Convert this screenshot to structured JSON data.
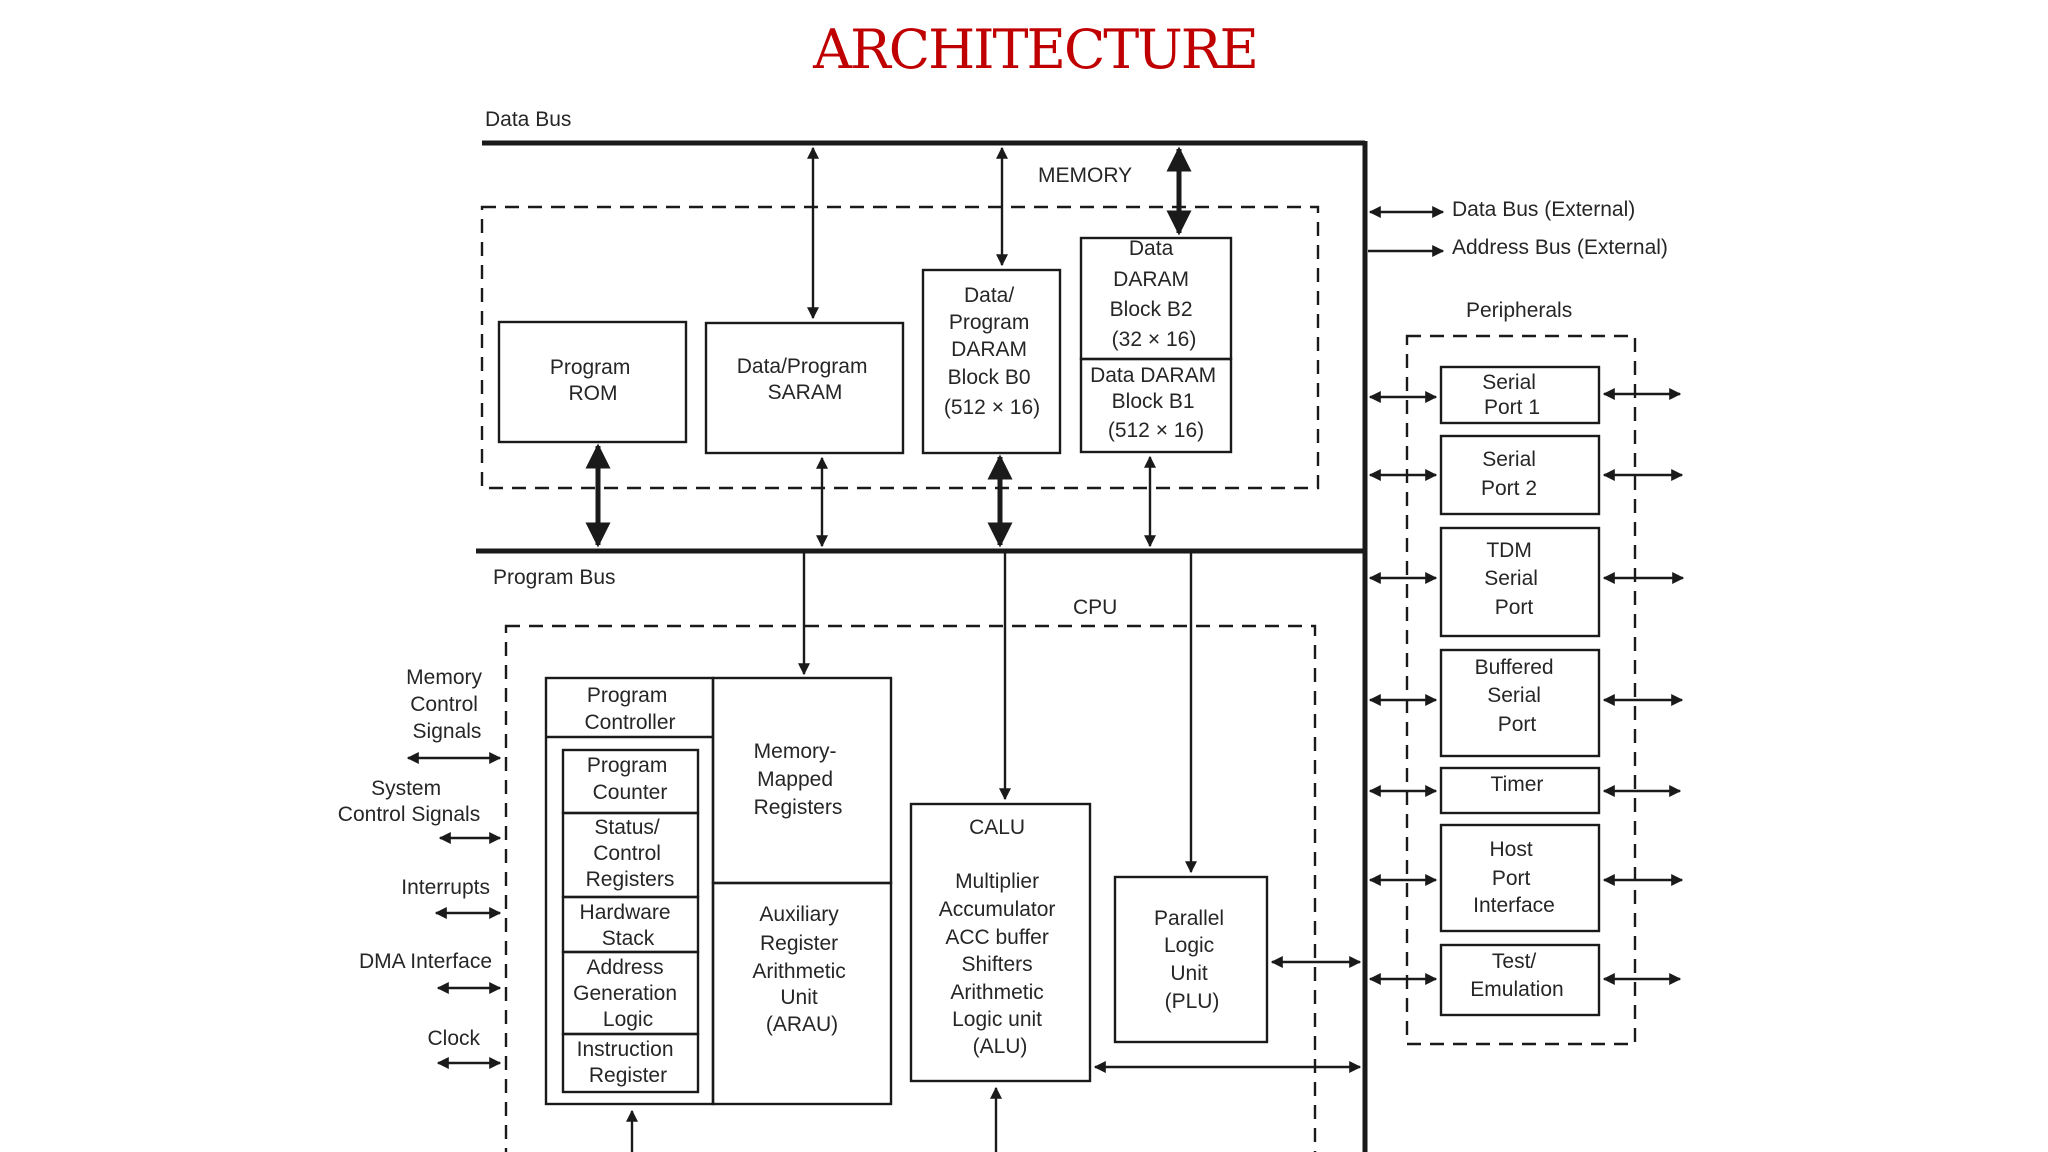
{
  "title": "ARCHITECTURE",
  "labels": {
    "data_bus": "Data Bus",
    "program_bus": "Program Bus",
    "memory": "MEMORY",
    "cpu": "CPU",
    "peripherals_title": "Peripherals",
    "data_bus_external": "Data Bus (External)",
    "address_bus_external": "Address Bus (External)"
  },
  "memory_blocks": [
    {
      "id": "program-rom",
      "lines": [
        "Program",
        "ROM"
      ]
    },
    {
      "id": "saram",
      "lines": [
        "Data/Program",
        "SARAM"
      ]
    },
    {
      "id": "daram-b0",
      "lines": [
        "Data/",
        "Program",
        "DARAM",
        "Block B0",
        "(512 × 16)"
      ]
    },
    {
      "id": "daram-b2",
      "lines": [
        "Data",
        "DARAM",
        "Block B2",
        "(32 × 16)"
      ]
    },
    {
      "id": "daram-b1",
      "lines": [
        "Data DARAM",
        "Block B1",
        "(512 × 16)"
      ]
    }
  ],
  "cpu_blocks": [
    {
      "id": "program-controller",
      "lines": [
        "Program",
        "Controller"
      ]
    },
    {
      "id": "program-counter",
      "lines": [
        "Program",
        "Counter"
      ]
    },
    {
      "id": "status-control-registers",
      "lines": [
        "Status/",
        "Control",
        "Registers"
      ]
    },
    {
      "id": "hardware-stack",
      "lines": [
        "Hardware",
        "Stack"
      ]
    },
    {
      "id": "address-generation-logic",
      "lines": [
        "Address",
        "Generation",
        "Logic"
      ]
    },
    {
      "id": "instruction-register",
      "lines": [
        "Instruction",
        "Register"
      ]
    },
    {
      "id": "memory-mapped-registers",
      "lines": [
        "Memory-",
        "Mapped",
        "Registers"
      ]
    },
    {
      "id": "arau",
      "lines": [
        "Auxiliary",
        "Register",
        "Arithmetic",
        "Unit",
        "(ARAU)"
      ]
    },
    {
      "id": "calu",
      "lines": [
        "CALU",
        "",
        "Multiplier",
        "Accumulator",
        "ACC buffer",
        "Shifters",
        "Arithmetic",
        "Logic unit",
        "(ALU)"
      ]
    },
    {
      "id": "plu",
      "lines": [
        "Parallel",
        "Logic",
        "Unit",
        "(PLU)"
      ]
    }
  ],
  "control_signals": [
    {
      "id": "memory-control-signals",
      "lines": [
        "Memory",
        "Control",
        "Signals"
      ]
    },
    {
      "id": "system-control-signals",
      "lines": [
        "System",
        "Control Signals"
      ]
    },
    {
      "id": "interrupts",
      "lines": [
        "Interrupts"
      ]
    },
    {
      "id": "dma-interface",
      "lines": [
        "DMA Interface"
      ]
    },
    {
      "id": "clock",
      "lines": [
        "Clock"
      ]
    }
  ],
  "peripherals": [
    {
      "id": "serial-port-1",
      "lines": [
        "Serial",
        "Port 1"
      ]
    },
    {
      "id": "serial-port-2",
      "lines": [
        "Serial",
        "Port 2"
      ]
    },
    {
      "id": "tdm-serial-port",
      "lines": [
        "TDM",
        "Serial",
        "Port"
      ]
    },
    {
      "id": "buffered-serial-port",
      "lines": [
        "Buffered",
        "Serial",
        "Port"
      ]
    },
    {
      "id": "timer",
      "lines": [
        "Timer"
      ]
    },
    {
      "id": "host-port-interface",
      "lines": [
        "Host",
        "Port",
        "Interface"
      ]
    },
    {
      "id": "test-emulation",
      "lines": [
        "Test/",
        "Emulation"
      ]
    }
  ]
}
